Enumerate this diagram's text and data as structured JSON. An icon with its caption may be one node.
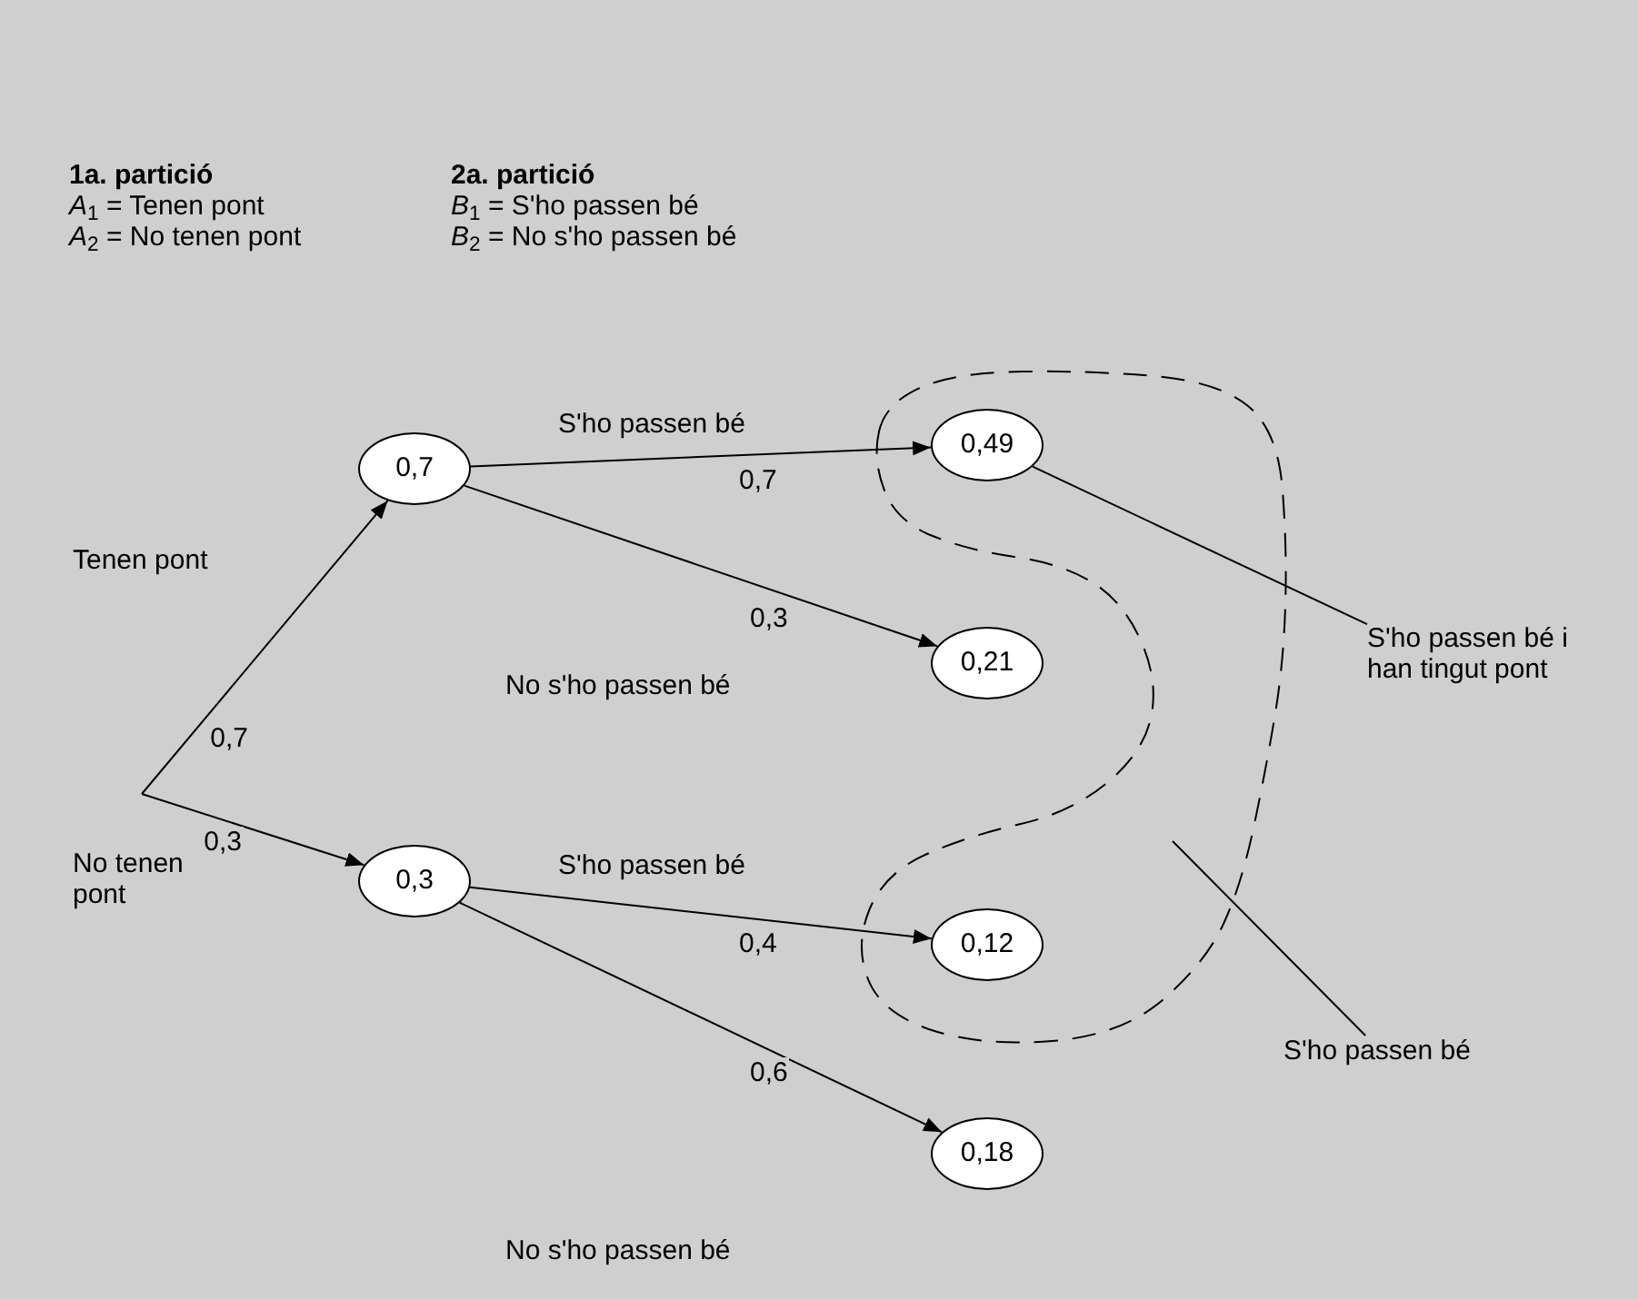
{
  "diagram": {
    "nodes": [
      {
        "text": [
          "0,7"
        ]
      },
      {
        "text": [
          "0,3"
        ]
      },
      {
        "text": [
          "0,49"
        ],
        "in": 8
      },
      {
        "text": [
          "0,21"
        ]
      },
      {
        "text": [
          "0,12"
        ],
        "in": 8
      },
      {
        "text": [
          "0,18"
        ]
      },
      {
        "text": [
          "S'ho passen bé i han tingut pont"
        ]
      },
      {
        "text": [
          "S'ho passen bé"
        ]
      },
      {
        "text": [],
        "shape": "loop"
      }
    ],
    "edges": [
      {
        "from": null,
        "to": 0,
        "arrow": "to",
        "label": "0,7"
      },
      {
        "from": null,
        "to": 1,
        "arrow": "to",
        "label": "0,3"
      },
      {
        "from": 0,
        "to": 2,
        "arrow": "to",
        "label": "0,7"
      },
      {
        "from": 0,
        "to": 3,
        "arrow": "to",
        "label": "0,3"
      },
      {
        "from": 1,
        "to": 4,
        "arrow": "to",
        "label": "0,4"
      },
      {
        "from": 1,
        "to": 5,
        "arrow": "to",
        "label": "0,6"
      },
      {
        "from": 6,
        "to": 2,
        "arrow": "none"
      },
      {
        "from": 7,
        "to": 8,
        "arrow": "none"
      }
    ],
    "labels": [
      "1a. partició",
      "*A*$_{1}$ = Tenen pont",
      "*A*$_{2}$ = No tenen pont",
      "2a. partició",
      "*B*$_{1}$ = S'ho passen bé",
      "*B*$_{2}$ = No s'ho passen bé",
      "Tenen pont",
      "No tenen pont",
      "S'ho passen bé",
      "No s'ho passen bé",
      "S'ho passen bé",
      "No s'ho passen bé"
    ]
  }
}
